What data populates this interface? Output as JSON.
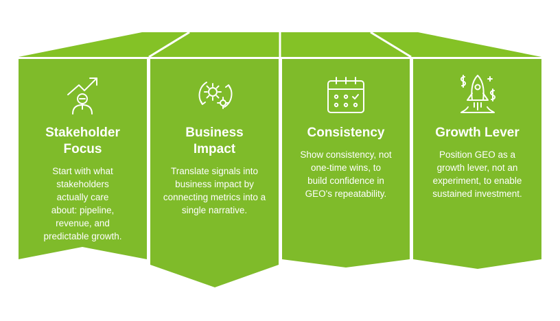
{
  "colors": {
    "panel_fill": "#7fbb2a",
    "roof_fill": "#84c226",
    "divider": "#ffffff",
    "text": "#ffffff"
  },
  "panels": [
    {
      "icon": "growth-person-icon",
      "title_lines": [
        "Stakeholder",
        "Focus"
      ],
      "desc": "Start with what stakeholders actually care about: pipeline, revenue, and predictable growth."
    },
    {
      "icon": "gears-cycle-icon",
      "title_lines": [
        "Business",
        "Impact"
      ],
      "desc": "Translate signals into business impact by connecting metrics into a single narrative."
    },
    {
      "icon": "calendar-check-icon",
      "title_lines": [
        "Consistency",
        ""
      ],
      "desc": "Show consistency, not one-time wins, to build confidence in GEO's repeatability."
    },
    {
      "icon": "rocket-dollar-icon",
      "title_lines": [
        "Growth Lever",
        ""
      ],
      "desc": "Position GEO as a growth lever, not an experiment, to enable sustained investment."
    }
  ]
}
